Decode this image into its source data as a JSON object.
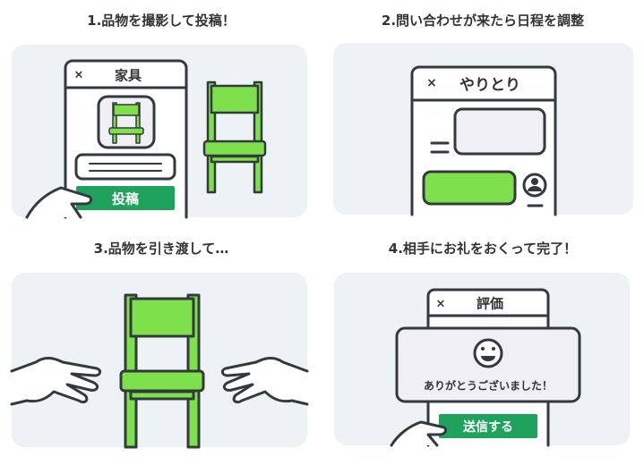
{
  "steps": [
    {
      "caption": "1.品物を撮影して投稿！",
      "screen_title": "家具",
      "close": "×",
      "button": "投稿"
    },
    {
      "caption": "2.問い合わせが来たら日程を調整",
      "screen_title": "やりとり",
      "close": "×"
    },
    {
      "caption": "3.品物を引き渡して…"
    },
    {
      "caption": "4.相手にお礼をおくって完了！",
      "screen_title": "評価",
      "close": "×",
      "message": "ありがとうございました！",
      "button": "送信する"
    }
  ],
  "colors": {
    "panel": "#edf3f5",
    "green": "#7ee04a",
    "button": "#1fa35c",
    "stroke": "#333a3f",
    "bubble": "#efeff4"
  }
}
